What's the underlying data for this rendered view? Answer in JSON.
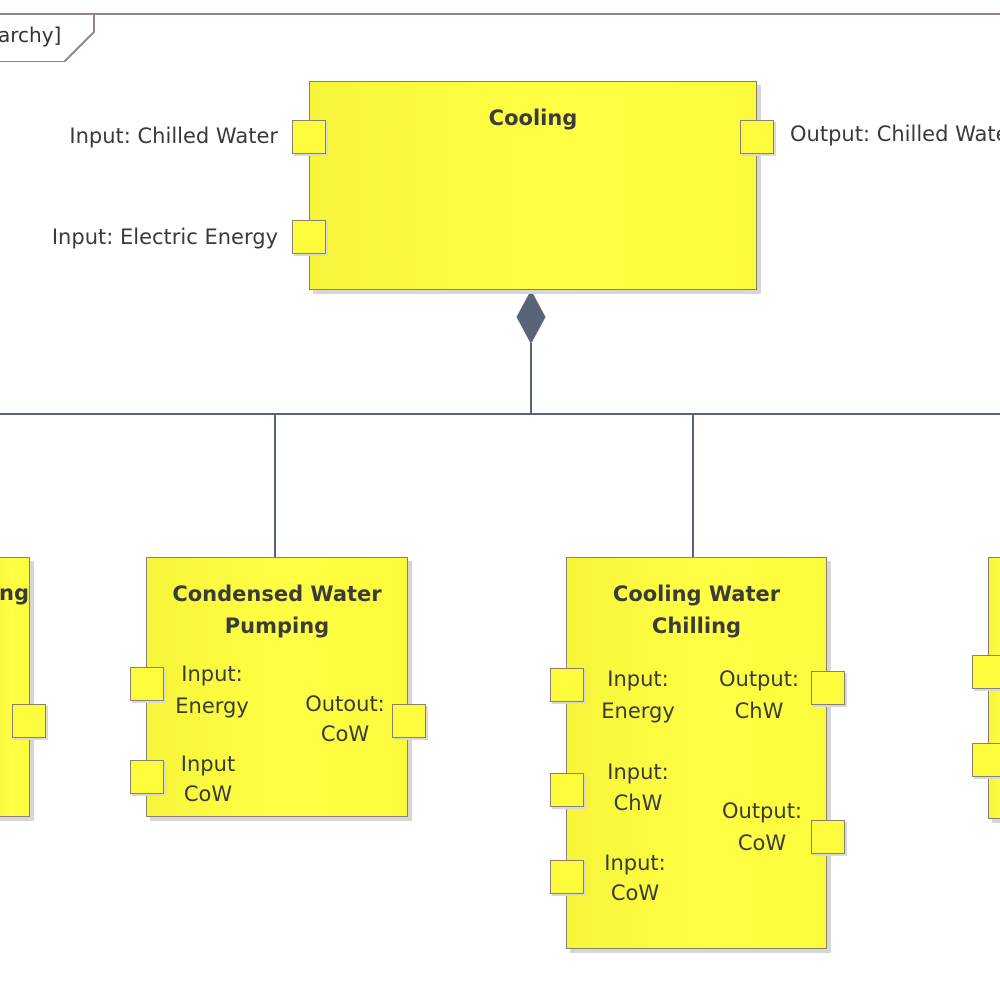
{
  "frame": {
    "label": "archy]"
  },
  "cooling": {
    "title": "Cooling",
    "ports": {
      "input_chilled": "Input: Chilled Water",
      "input_electric": "Input: Electric Energy",
      "output_chilled": "Output: Chilled Wate"
    }
  },
  "left_partial": {
    "title": "ng"
  },
  "condensed": {
    "title_line1": "Condensed Water",
    "title_line2": "Pumping",
    "in_energy_1": "Input:",
    "in_energy_2": "Energy",
    "in_cow_1": "Input",
    "in_cow_2": "CoW",
    "out_cow_1": "Outout:",
    "out_cow_2": "CoW"
  },
  "chilling": {
    "title": "Cooling Water Chilling",
    "in_energy_1": "Input:",
    "in_energy_2": "Energy",
    "in_chw_1": "Input:",
    "in_chw_2": "ChW",
    "in_cow_1": "Input:",
    "in_cow_2": "CoW",
    "out_chw_1": "Output:",
    "out_chw_2": "ChW",
    "out_cow_1": "Output:",
    "out_cow_2": "CoW"
  },
  "colors": {
    "block_fill": "#ffff44",
    "border": "#8a8070",
    "connector": "#5a6478"
  }
}
